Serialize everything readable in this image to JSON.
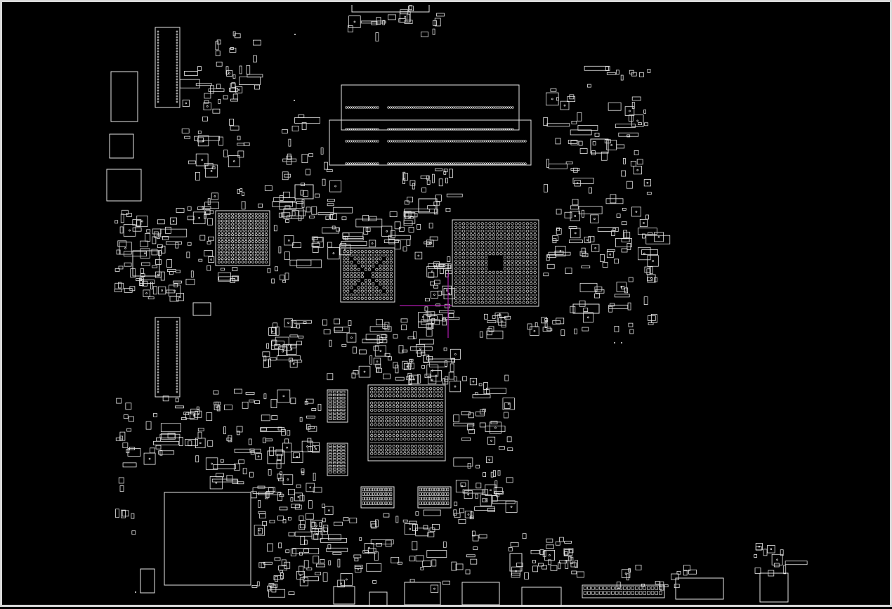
{
  "viewer": {
    "background_color": "#000000",
    "outline_color": "#e6e6e6",
    "frame_color": "#d8d8d8",
    "crosshair_color": "#b01ab0"
  },
  "cursor": {
    "icon": "crosshair-cursor-icon"
  },
  "board": {
    "components": [
      {
        "name": "cpu-bga-right",
        "kind": "bga"
      },
      {
        "name": "chipset-bga-center",
        "kind": "bga"
      },
      {
        "name": "gpu-bga-lower",
        "kind": "bga"
      },
      {
        "name": "bga-upper-left",
        "kind": "bga"
      },
      {
        "name": "dimm-slot-top",
        "kind": "connector"
      },
      {
        "name": "dimm-slot-bottom",
        "kind": "connector"
      },
      {
        "name": "connector-left-upper",
        "kind": "connector"
      },
      {
        "name": "connector-left-lower",
        "kind": "connector"
      },
      {
        "name": "shield-lower-left",
        "kind": "outline"
      }
    ]
  }
}
